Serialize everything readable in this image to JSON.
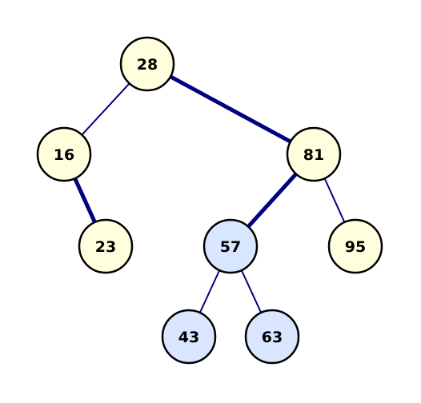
{
  "colors": {
    "edge": "#000080",
    "node_stroke": "#000000",
    "node_fill_default": "#FFFFDD",
    "node_fill_highlight": "#D9E6FF"
  },
  "tree": {
    "nodes": [
      {
        "id": "n28",
        "label": "28",
        "highlight": false
      },
      {
        "id": "n16",
        "label": "16",
        "highlight": false
      },
      {
        "id": "n81",
        "label": "81",
        "highlight": false
      },
      {
        "id": "n23",
        "label": "23",
        "highlight": false
      },
      {
        "id": "n57",
        "label": "57",
        "highlight": true
      },
      {
        "id": "n95",
        "label": "95",
        "highlight": false
      },
      {
        "id": "n43",
        "label": "43",
        "highlight": true
      },
      {
        "id": "n63",
        "label": "63",
        "highlight": true
      }
    ],
    "edges": [
      {
        "from": "n28",
        "to": "n16",
        "emphasis": "thin"
      },
      {
        "from": "n28",
        "to": "n81",
        "emphasis": "thick"
      },
      {
        "from": "n16",
        "to": "n23",
        "emphasis": "thick"
      },
      {
        "from": "n81",
        "to": "n57",
        "emphasis": "thick"
      },
      {
        "from": "n81",
        "to": "n95",
        "emphasis": "thin"
      },
      {
        "from": "n57",
        "to": "n43",
        "emphasis": "thin"
      },
      {
        "from": "n57",
        "to": "n63",
        "emphasis": "thin"
      }
    ]
  }
}
